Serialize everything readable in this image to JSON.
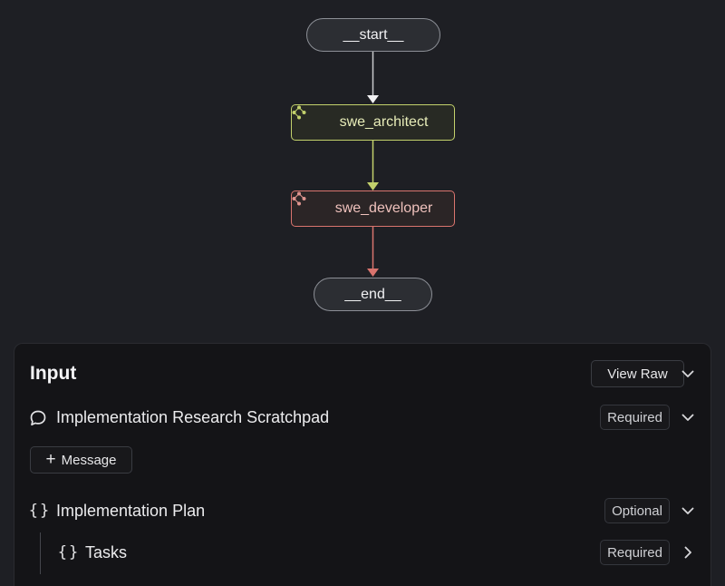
{
  "graph": {
    "nodes": {
      "start": "__start__",
      "architect": "swe_architect",
      "developer": "swe_developer",
      "end": "__end__"
    },
    "colors": {
      "edge_default": "#c9cacd",
      "architect": "#c3d16c",
      "developer": "#d9746e"
    }
  },
  "input_panel": {
    "title": "Input",
    "view_raw_label": "View Raw",
    "fields": [
      {
        "icon": "chat-bubble-icon",
        "label": "Implementation Research Scratchpad",
        "badge": "Required",
        "add_button_label": "Message"
      },
      {
        "icon": "braces-icon",
        "label": "Implementation Plan",
        "badge": "Optional",
        "children": [
          {
            "icon": "braces-icon",
            "label": "Tasks",
            "badge": "Required"
          }
        ]
      }
    ]
  }
}
